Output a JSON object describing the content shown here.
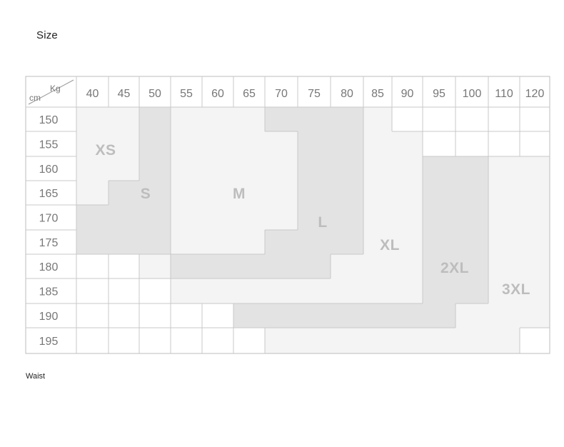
{
  "page": {
    "title": "Size",
    "footer_label": "Waist"
  },
  "size_chart": {
    "corner_weight_unit": "Kg",
    "corner_height_unit": "cm",
    "weights": [
      "40",
      "45",
      "50",
      "55",
      "60",
      "65",
      "70",
      "75",
      "80",
      "85",
      "90",
      "95",
      "100",
      "110",
      "120"
    ],
    "heights": [
      "150",
      "155",
      "160",
      "165",
      "170",
      "175",
      "180",
      "185",
      "190",
      "195"
    ],
    "sizes": [
      {
        "label": "XS",
        "shade": "#f4f4f4",
        "cells": [
          [
            0,
            0
          ],
          [
            1,
            0
          ],
          [
            0,
            1
          ],
          [
            1,
            1
          ],
          [
            0,
            2
          ],
          [
            1,
            2
          ],
          [
            0,
            3
          ]
        ]
      },
      {
        "label": "S",
        "shade": "#e3e3e3",
        "cells": [
          [
            2,
            0
          ],
          [
            2,
            1
          ],
          [
            2,
            2
          ],
          [
            1,
            3
          ],
          [
            2,
            3
          ],
          [
            0,
            4
          ],
          [
            1,
            4
          ],
          [
            2,
            4
          ],
          [
            0,
            5
          ],
          [
            1,
            5
          ],
          [
            2,
            5
          ]
        ]
      },
      {
        "label": "M",
        "shade": "#f4f4f4",
        "cells": [
          [
            3,
            0
          ],
          [
            4,
            0
          ],
          [
            5,
            0
          ],
          [
            3,
            1
          ],
          [
            4,
            1
          ],
          [
            5,
            1
          ],
          [
            6,
            1
          ],
          [
            3,
            2
          ],
          [
            4,
            2
          ],
          [
            5,
            2
          ],
          [
            6,
            2
          ],
          [
            3,
            3
          ],
          [
            4,
            3
          ],
          [
            5,
            3
          ],
          [
            6,
            3
          ],
          [
            3,
            4
          ],
          [
            4,
            4
          ],
          [
            5,
            4
          ],
          [
            6,
            4
          ],
          [
            3,
            5
          ],
          [
            4,
            5
          ],
          [
            5,
            5
          ],
          [
            2,
            6
          ]
        ]
      },
      {
        "label": "L",
        "shade": "#e3e3e3",
        "cells": [
          [
            6,
            0
          ],
          [
            7,
            0
          ],
          [
            8,
            0
          ],
          [
            7,
            1
          ],
          [
            8,
            1
          ],
          [
            7,
            2
          ],
          [
            8,
            2
          ],
          [
            7,
            3
          ],
          [
            8,
            3
          ],
          [
            7,
            4
          ],
          [
            8,
            4
          ],
          [
            6,
            5
          ],
          [
            7,
            5
          ],
          [
            8,
            5
          ],
          [
            3,
            6
          ],
          [
            4,
            6
          ],
          [
            5,
            6
          ],
          [
            6,
            6
          ],
          [
            7,
            6
          ]
        ]
      },
      {
        "label": "XL",
        "shade": "#f4f4f4",
        "cells": [
          [
            9,
            0
          ],
          [
            9,
            1
          ],
          [
            10,
            1
          ],
          [
            9,
            2
          ],
          [
            10,
            2
          ],
          [
            9,
            3
          ],
          [
            10,
            3
          ],
          [
            9,
            4
          ],
          [
            10,
            4
          ],
          [
            9,
            5
          ],
          [
            10,
            5
          ],
          [
            8,
            6
          ],
          [
            9,
            6
          ],
          [
            10,
            6
          ],
          [
            3,
            7
          ],
          [
            4,
            7
          ],
          [
            5,
            7
          ],
          [
            6,
            7
          ],
          [
            7,
            7
          ],
          [
            8,
            7
          ],
          [
            9,
            7
          ],
          [
            10,
            7
          ]
        ]
      },
      {
        "label": "2XL",
        "shade": "#e3e3e3",
        "cells": [
          [
            11,
            2
          ],
          [
            12,
            2
          ],
          [
            11,
            3
          ],
          [
            12,
            3
          ],
          [
            11,
            4
          ],
          [
            12,
            4
          ],
          [
            11,
            5
          ],
          [
            12,
            5
          ],
          [
            11,
            6
          ],
          [
            12,
            6
          ],
          [
            11,
            7
          ],
          [
            12,
            7
          ],
          [
            5,
            8
          ],
          [
            6,
            8
          ],
          [
            7,
            8
          ],
          [
            8,
            8
          ],
          [
            9,
            8
          ],
          [
            10,
            8
          ],
          [
            11,
            8
          ]
        ]
      },
      {
        "label": "3XL",
        "shade": "#f4f4f4",
        "cells": [
          [
            13,
            2
          ],
          [
            14,
            2
          ],
          [
            13,
            3
          ],
          [
            14,
            3
          ],
          [
            13,
            4
          ],
          [
            14,
            4
          ],
          [
            13,
            5
          ],
          [
            14,
            5
          ],
          [
            13,
            6
          ],
          [
            14,
            6
          ],
          [
            13,
            7
          ],
          [
            14,
            7
          ],
          [
            12,
            8
          ],
          [
            13,
            8
          ],
          [
            14,
            8
          ],
          [
            6,
            9
          ],
          [
            7,
            9
          ],
          [
            8,
            9
          ],
          [
            9,
            9
          ],
          [
            10,
            9
          ],
          [
            11,
            9
          ],
          [
            12,
            9
          ],
          [
            13,
            9
          ]
        ]
      }
    ]
  }
}
